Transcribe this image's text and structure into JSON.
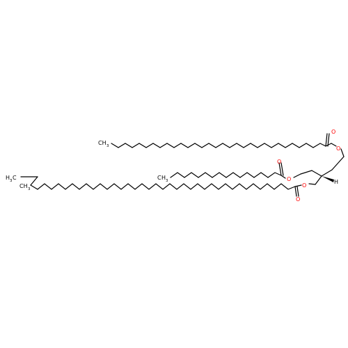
{
  "molecule": {
    "atoms": {
      "O_top_ester": "O",
      "O_top_carbonyl": "O",
      "O_mid_ester": "O",
      "O_mid_carbonyl": "O",
      "O_low_ester": "O",
      "O_low_carbonyl": "O",
      "H_stereo": "H",
      "CH3_top": "CH",
      "CH3_top_sub": "3",
      "CH3_mid": "H",
      "CH3_mid_pre": "C",
      "CH3_mid_sub": "3",
      "H3C_left": "H",
      "H3C_left_sub": "3",
      "H3C_left_c": "C",
      "CH3_branch": "CH",
      "CH3_branch_sub": "3"
    },
    "colors": {
      "carbon_bond": "#000000",
      "oxygen": "#ff0000"
    }
  }
}
